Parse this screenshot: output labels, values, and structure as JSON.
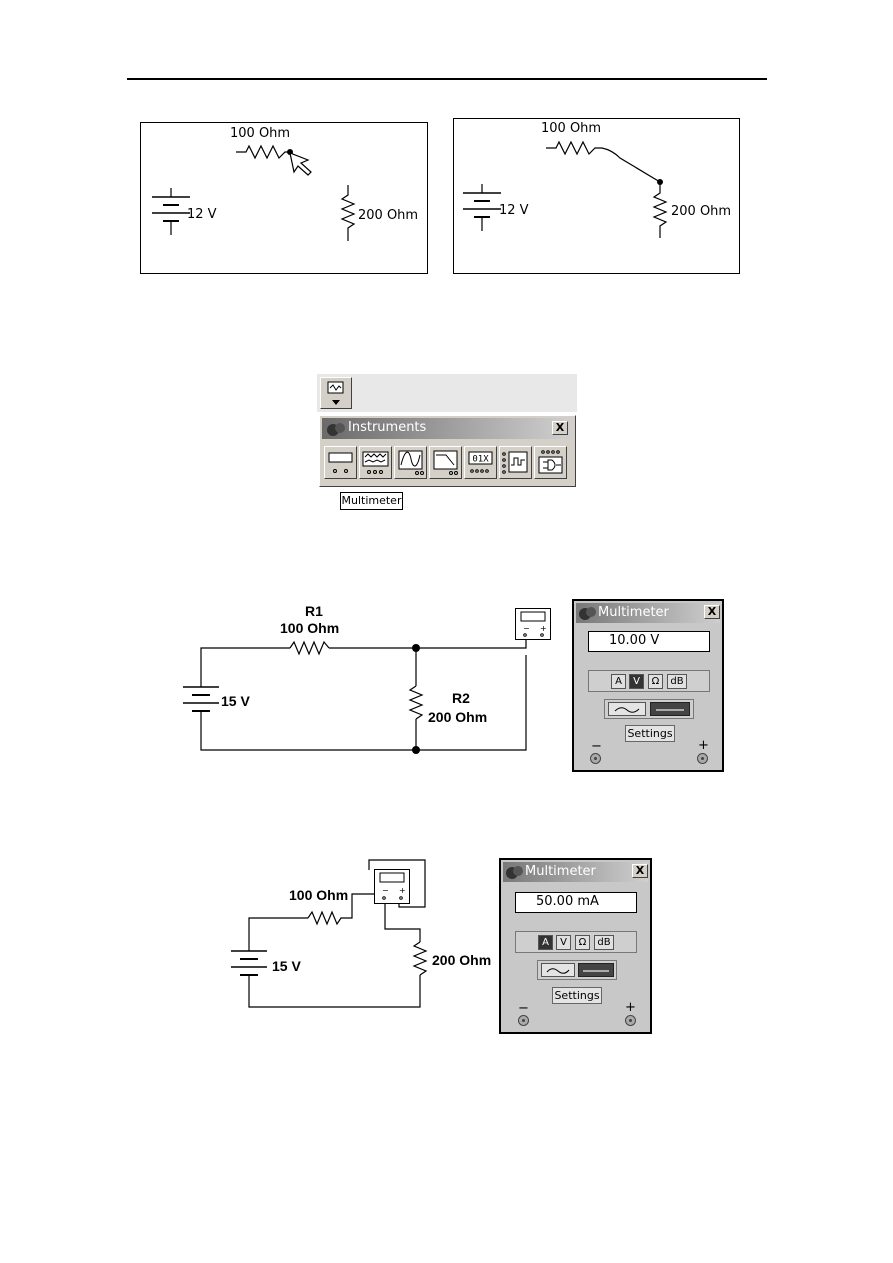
{
  "fig1": {
    "left": {
      "resistor1_label": "100 Ohm",
      "battery_label": "12 V",
      "resistor2_label": "200 Ohm"
    },
    "right": {
      "resistor1_label": "100 Ohm",
      "battery_label": "12 V",
      "resistor2_label": "200 Ohm"
    }
  },
  "instruments": {
    "title": "Instruments",
    "close_glyph": "X",
    "tooltip": "Multimeter",
    "tools": [
      {
        "icon": "multimeter-icon"
      },
      {
        "icon": "function-generator-icon",
        "text": "~~~"
      },
      {
        "icon": "oscilloscope-icon"
      },
      {
        "icon": "bode-plotter-icon"
      },
      {
        "icon": "word-generator-icon",
        "text": "01X"
      },
      {
        "icon": "logic-analyzer-icon"
      },
      {
        "icon": "logic-converter-icon"
      }
    ]
  },
  "circuit_voltage": {
    "r1_name": "R1",
    "r1_value": "100 Ohm",
    "r2_name": "R2",
    "r2_value": "200 Ohm",
    "source": "15 V",
    "multimeter": {
      "title": "Multimeter",
      "close_glyph": "X",
      "reading": "10.00  V",
      "modes": [
        "A",
        "V",
        "Ω",
        "dB"
      ],
      "selected_mode": "V",
      "settings_label": "Settings",
      "minus": "−",
      "plus": "+"
    }
  },
  "circuit_current": {
    "r1_value": "100 Ohm",
    "r2_value": "200 Ohm",
    "source": "15 V",
    "multimeter": {
      "title": "Multimeter",
      "close_glyph": "X",
      "reading": "50.00  mA",
      "modes": [
        "A",
        "V",
        "Ω",
        "dB"
      ],
      "selected_mode": "A",
      "settings_label": "Settings",
      "minus": "−",
      "plus": "+"
    }
  }
}
